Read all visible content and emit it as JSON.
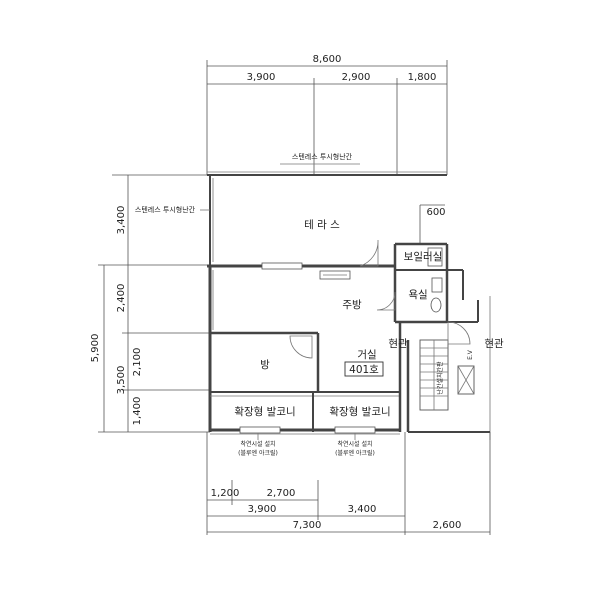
{
  "top_dimensions": {
    "overall": "8,600",
    "segments": [
      "3,900",
      "2,900",
      "1,800"
    ],
    "small": "600"
  },
  "left_dimensions": {
    "overall": "5,900",
    "upper": "3,400",
    "mid": "2,400",
    "lower": "3,500",
    "lower_a": "2,100",
    "lower_b": "1,400"
  },
  "bottom_dimensions": {
    "row1": [
      "1,200",
      "2,700"
    ],
    "row2": [
      "3,900",
      "3,400"
    ],
    "row3": [
      "7,300",
      "2,600"
    ]
  },
  "labels": {
    "railing_top": "스텐레스 투시형난간",
    "railing_left": "스텐레스 투시형난간",
    "terrace": "테 라 스",
    "boiler": "보일러실",
    "bath": "욕실",
    "kitchen": "주방",
    "living": "거실",
    "unit": "401호",
    "room": "방",
    "entrance_left": "현관",
    "entrance_right": "현관",
    "balcony_left": "확장형 발코니",
    "balcony_right": "확장형 발코니",
    "window_note_left_1": "착연시설 설치",
    "window_note_left_2": "(블루엔 아크릴)",
    "window_note_right_1": "착연시설 설치",
    "window_note_right_2": "(블루엔 아크릴)",
    "stair_vertical": "난간설치간판",
    "stair_side": "E.V"
  }
}
